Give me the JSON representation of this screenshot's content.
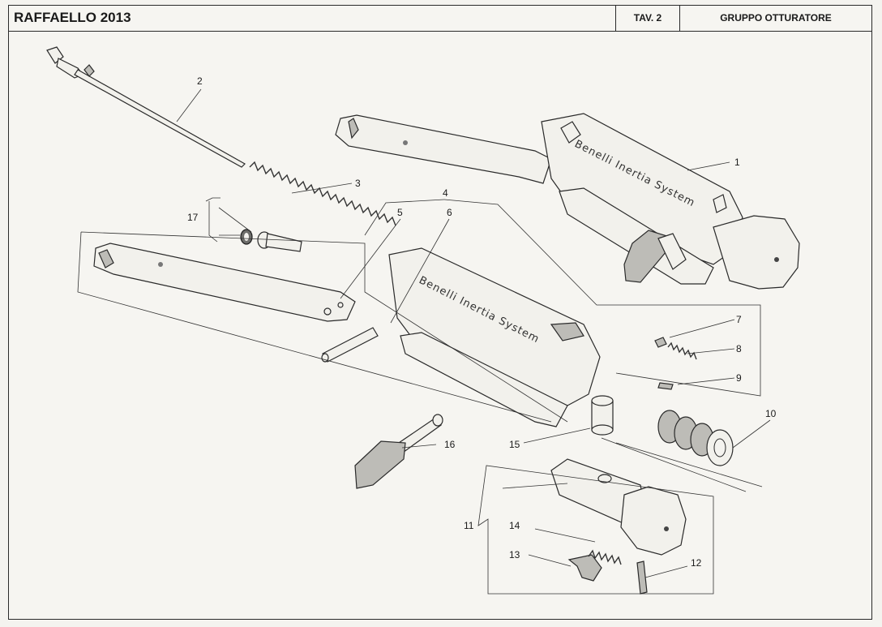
{
  "header": {
    "title": "RAFFAELLO 2013",
    "plate": "TAV. 2",
    "group": "GRUPPO OTTURATORE"
  },
  "engraving": "Benelli Inertia System",
  "callouts": [
    "1",
    "2",
    "3",
    "4",
    "5",
    "6",
    "7",
    "8",
    "9",
    "10",
    "11",
    "12",
    "13",
    "14",
    "15",
    "16",
    "17"
  ]
}
